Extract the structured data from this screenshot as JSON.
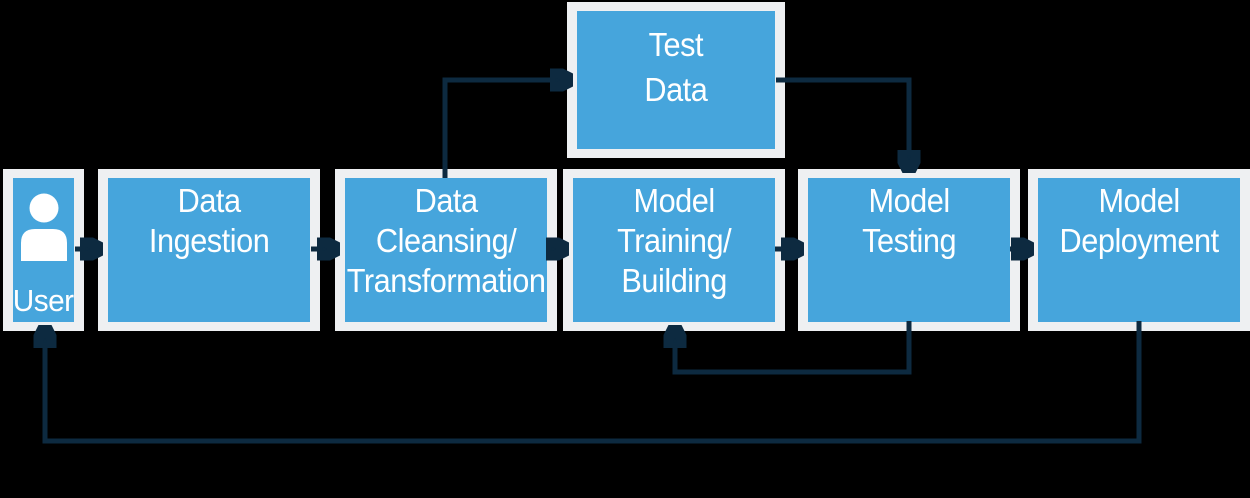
{
  "diagram_title": "",
  "palette": {
    "node_fill": "#46a5dc",
    "node_frame": "#eef0f2",
    "connector": "#0d2a40",
    "label_text": "#ffffff",
    "background": "#000000"
  },
  "nodes": [
    {
      "id": "user",
      "lines": [
        "User"
      ],
      "icon": "person-icon"
    },
    {
      "id": "data-ingestion",
      "lines": [
        "Data",
        "Ingestion"
      ]
    },
    {
      "id": "data-cleansing-transformation",
      "lines": [
        "Data",
        "Cleansing/",
        "Transformation"
      ]
    },
    {
      "id": "test-data",
      "lines": [
        "Test",
        "Data"
      ]
    },
    {
      "id": "model-training-building",
      "lines": [
        "Model",
        "Training/",
        "Building"
      ]
    },
    {
      "id": "model-testing",
      "lines": [
        "Model",
        "Testing"
      ]
    },
    {
      "id": "model-deployment",
      "lines": [
        "Model",
        "Deployment"
      ]
    }
  ],
  "edges": [
    {
      "from": "user",
      "to": "data-ingestion"
    },
    {
      "from": "data-ingestion",
      "to": "data-cleansing-transformation"
    },
    {
      "from": "data-cleansing-transformation",
      "to": "model-training-building"
    },
    {
      "from": "data-cleansing-transformation",
      "to": "test-data"
    },
    {
      "from": "test-data",
      "to": "model-testing"
    },
    {
      "from": "model-training-building",
      "to": "model-testing"
    },
    {
      "from": "model-testing",
      "to": "model-deployment"
    },
    {
      "from": "model-testing",
      "to": "model-training-building",
      "type": "feedback"
    },
    {
      "from": "model-deployment",
      "to": "user",
      "type": "feedback"
    }
  ]
}
